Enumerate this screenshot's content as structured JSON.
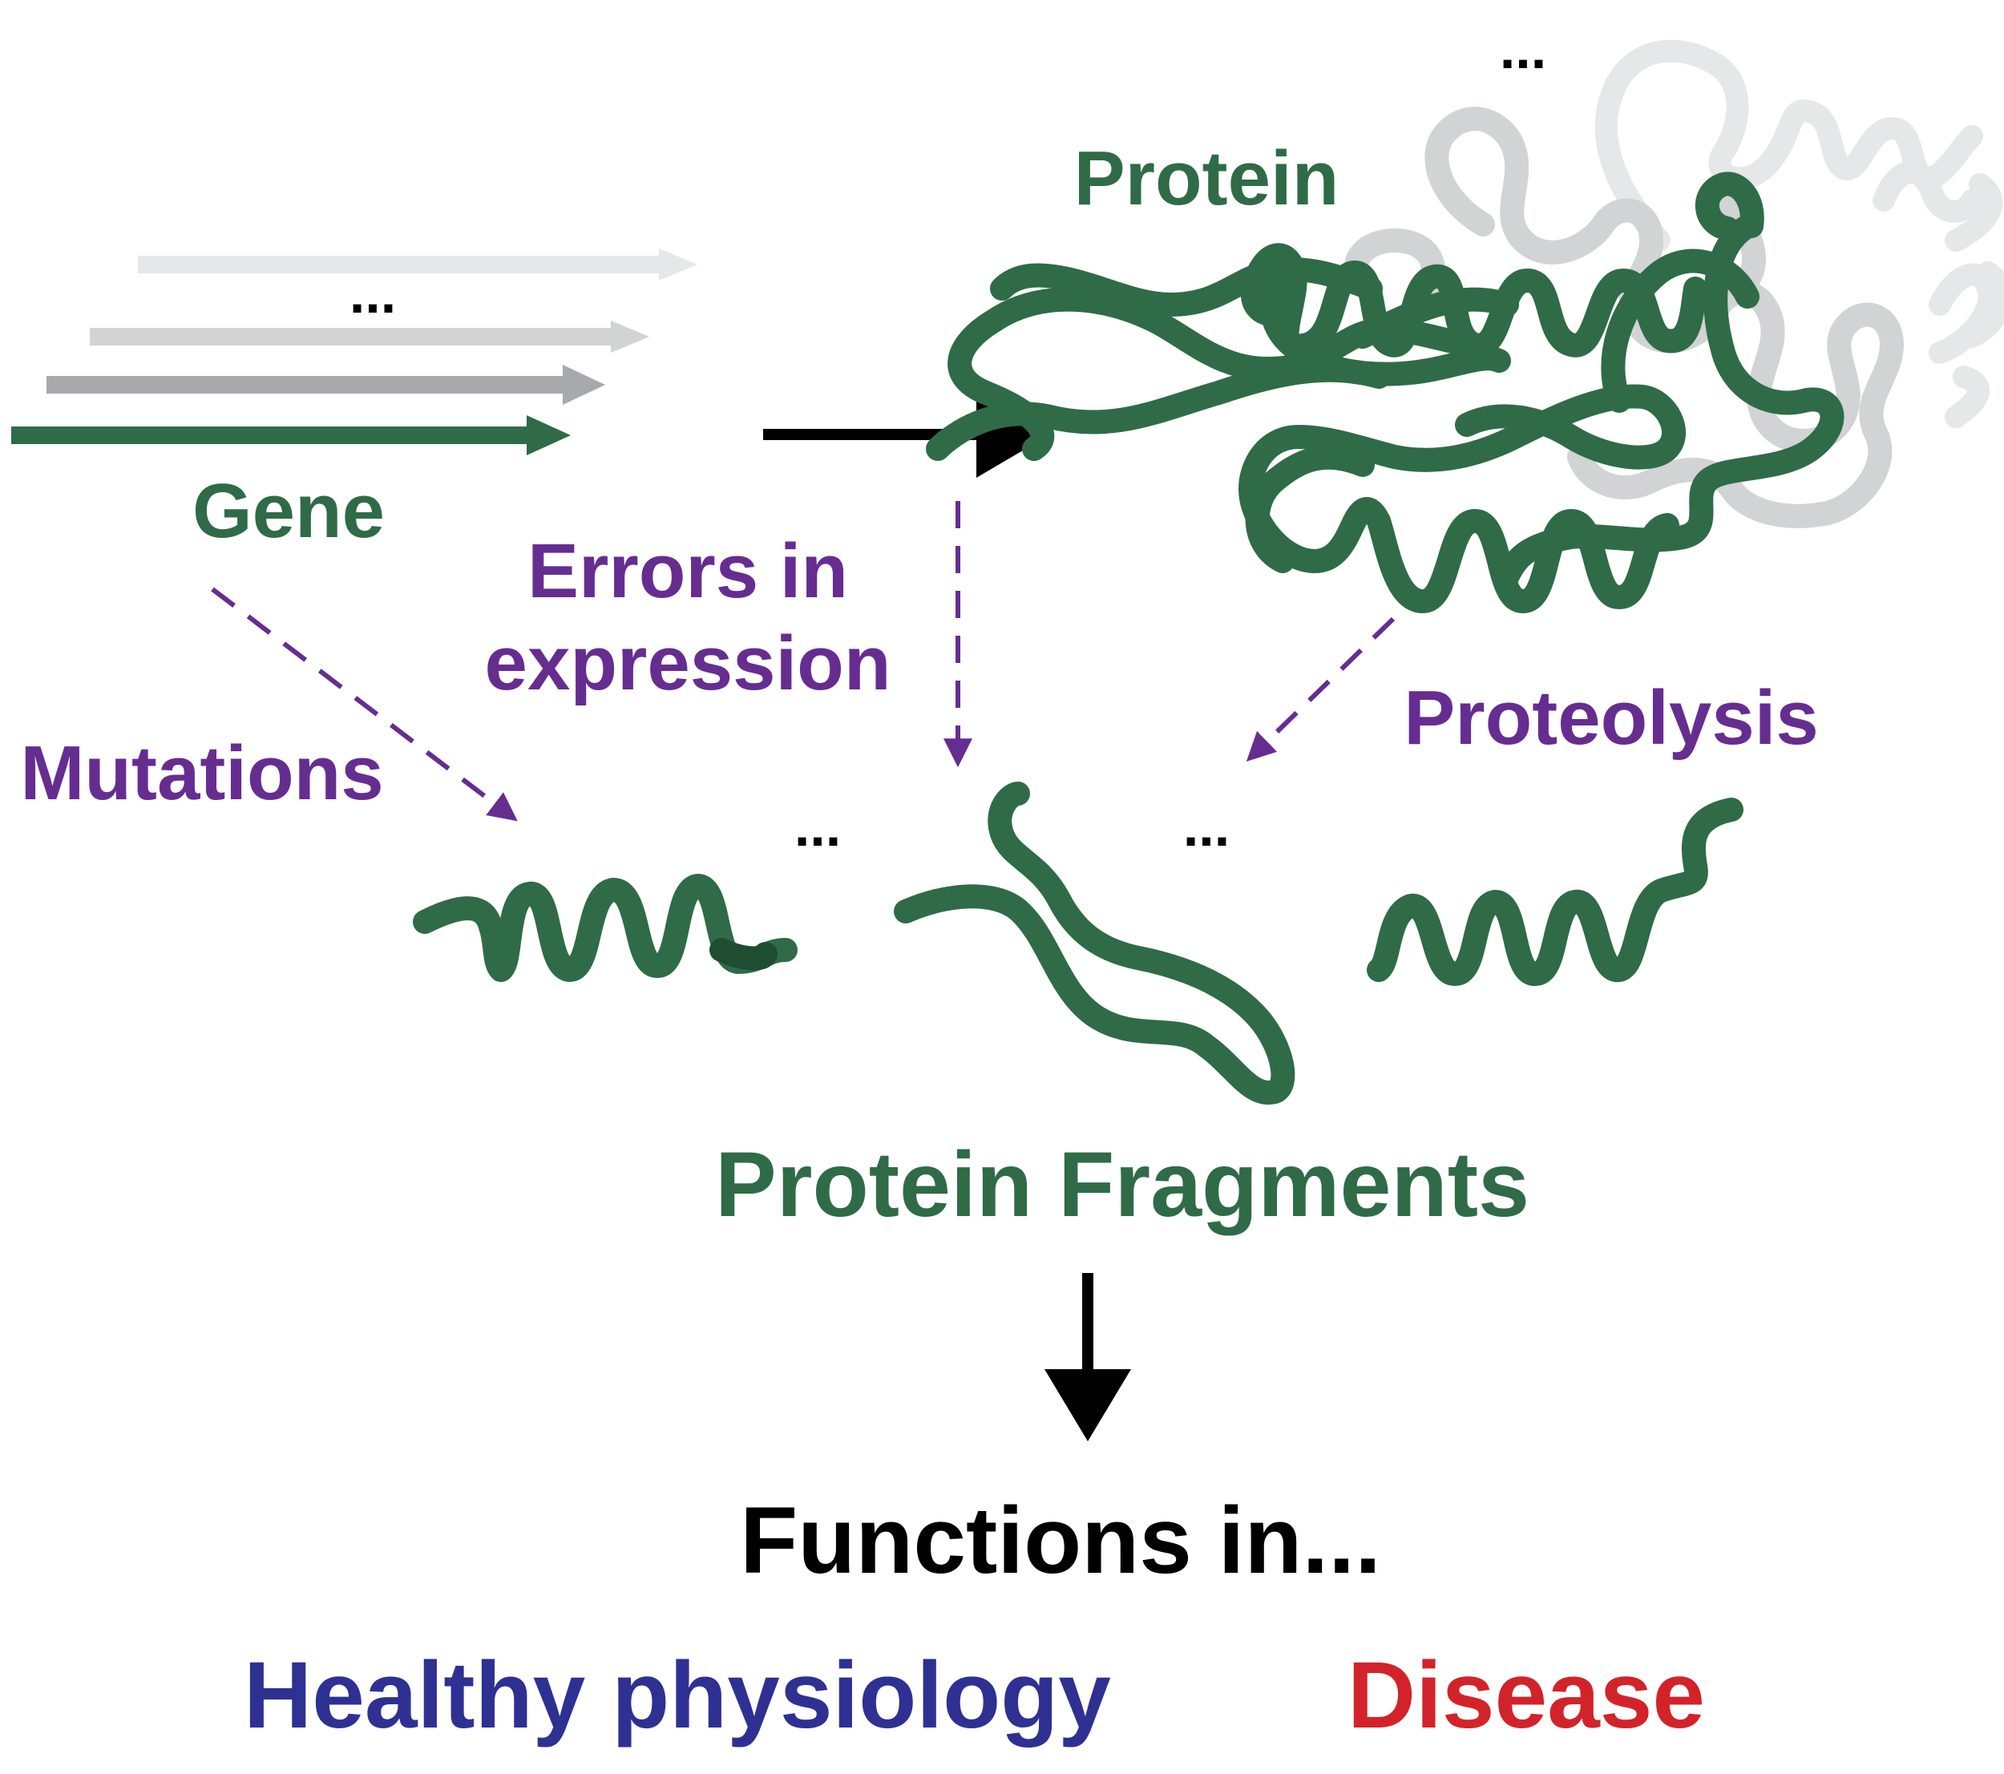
{
  "colors": {
    "green": "#2f6b47",
    "green_dark": "#1f4d31",
    "purple": "#662d91",
    "black": "#000000",
    "blue": "#2e3192",
    "red": "#d2232a",
    "gray_light": "#e6e7e8",
    "gray_mid": "#d1d3d4",
    "gray_dark": "#a7a9ac"
  },
  "labels": {
    "gene": "Gene",
    "protein": "Protein",
    "errors_line1": "Errors in",
    "errors_line2": "expression",
    "mutations": "Mutations",
    "proteolysis": "Proteolysis",
    "fragments": "Protein Fragments",
    "functions": "Functions in...",
    "healthy": "Healthy physiology",
    "disease": "Disease",
    "ellipsis": "..."
  },
  "icons": {
    "gene_arrows": "gene-transcript-arrows",
    "protein": "folded-protein-icon",
    "fragments": [
      "helix-fragment-icon",
      "coil-fragment-icon",
      "helix-fragment-icon"
    ]
  }
}
